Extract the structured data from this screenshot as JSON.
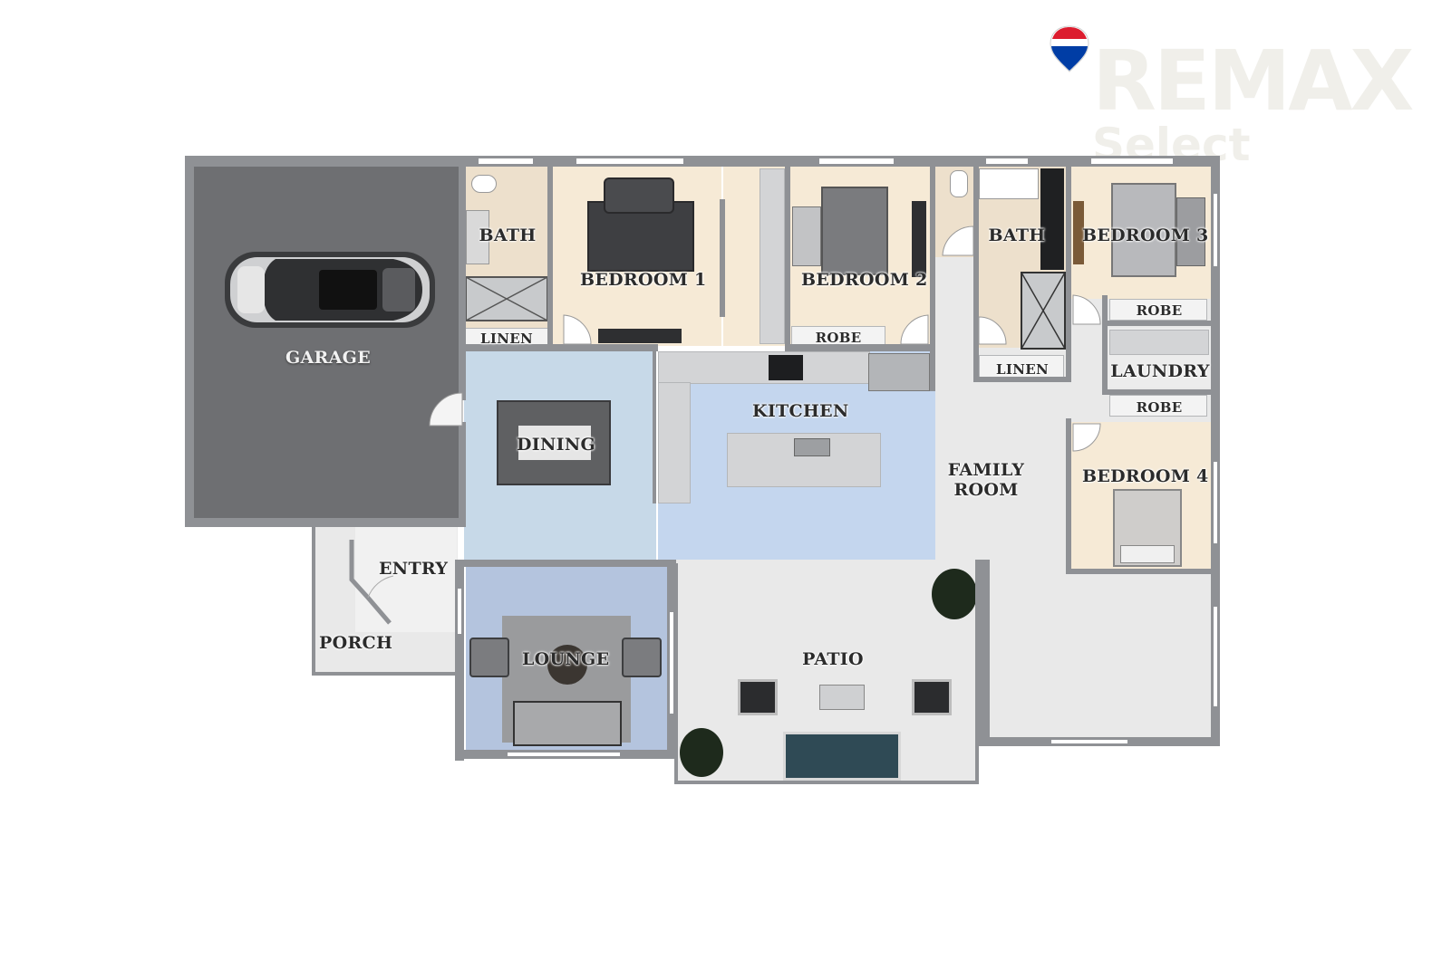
{
  "brand": {
    "name": "REMAX",
    "tagline": "Select",
    "colors": {
      "red": "#dc1c2e",
      "blue": "#003da5",
      "white": "#ffffff",
      "watermark": "#f0efea"
    }
  },
  "rooms": {
    "garage": "GARAGE",
    "bath1": "BATH",
    "linen1": "LINEN",
    "bedroom1": "BEDROOM 1",
    "bedroom2": "BEDROOM 2",
    "robe2": "ROBE",
    "bath2": "BATH",
    "linen2": "LINEN",
    "bedroom3": "BEDROOM 3",
    "robe3": "ROBE",
    "laundry": "LAUNDRY",
    "robe4": "ROBE",
    "bedroom4": "BEDROOM 4",
    "dining": "DINING",
    "kitchen": "KITCHEN",
    "family_line1": "FAMILY",
    "family_line2": "ROOM",
    "entry": "ENTRY",
    "porch": "PORCH",
    "lounge": "LOUNGE",
    "patio": "PATIO"
  },
  "colors": {
    "garage": "#6e6f72",
    "wet_area": "#ede0cc",
    "bedroom": "#f6ead6",
    "dining": "#c7d9e8",
    "kitchen": "#c4d6ee",
    "lounge": "#b4c4de",
    "outdoor": "#e9e9e9",
    "wall": "#8f9195"
  }
}
